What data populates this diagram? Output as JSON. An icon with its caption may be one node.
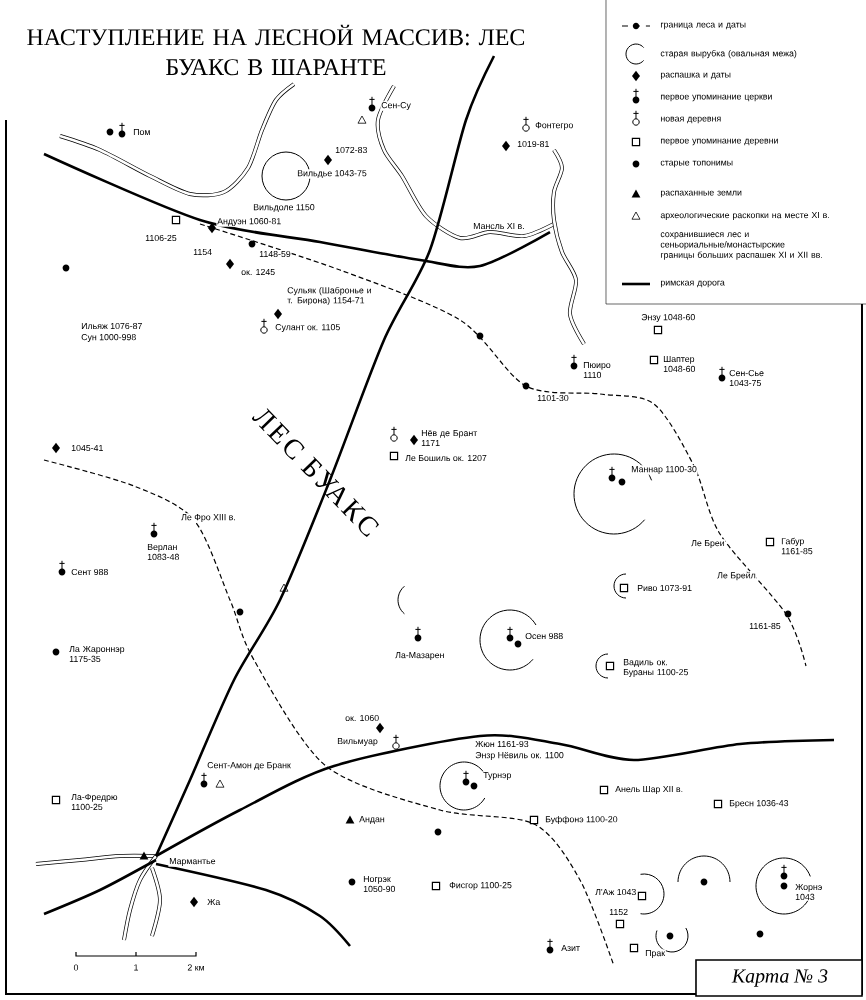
{
  "diagram": {
    "title": "НАСТУПЛЕНИЕ НА ЛЕСНОЙ МАССИВ: ЛЕС БУАКС В ШАРАНТЕ",
    "caption": "Карта № 3",
    "labels": [
      "Сен-Су",
      "Пом",
      "Фонтегро",
      "1019-81",
      "1072-83",
      "Вильдье 1043-75",
      "Вильдоле 1150",
      "Андуэн 1060-81",
      "Мансль XI в.",
      "1106-25",
      "1154",
      "1148-59",
      "ок. 1245",
      "Сульяк (Шабронье и т. Бирона) 1154-71",
      "Энзу 1048-60",
      "Ильяж 1076-87",
      "Сулант ок. 1105",
      "Сун 1000-998",
      "Шаптер 1048-60",
      "Пюиро 1110",
      "Сен-Сье 1043-75",
      "1101-30",
      "Нёв де Брант 1171",
      "1045-41",
      "Ле Бошиль ок. 1207",
      "Маннар 1100-30",
      "Ле Фро XIII в.",
      "Ле Бреи",
      "Габур 1161-85",
      "Верлан 1083-48",
      "Сент 988",
      "Ле Брейл",
      "Риво 1073-91",
      "1161-85",
      "Осен 988",
      "Ла Жароннэр 1175-35",
      "Ла-Мазарен",
      "Вадиль ок. Бураны 1100-25",
      "ок. 1060",
      "Вильмуар",
      "Жюн 1161-93",
      "Энзр Нёвиль ок. 1100",
      "Сент-Амон де Бранк",
      "Турнэр",
      "Анель Шар XII в.",
      "Ла-Фредрю 1100-25",
      "Бресн 1036-43",
      "Андан",
      "Буффонэ 1100-20",
      "Мармантье",
      "Ногрэк 1050-90",
      "Фисгор 1100-25",
      "Л'Аж 1043",
      "Жорнэ 1043",
      "1152",
      "Жа",
      "Азит",
      "Прак",
      "ЛЕС БУАКС",
      "0",
      "1",
      "2 км"
    ],
    "legend": [
      {
        "text": "граница леса и даты"
      },
      {
        "text": "старая вырубка (овальная межа)"
      },
      {
        "text": "распашка и даты"
      },
      {
        "text": "первое упоминание церкви"
      },
      {
        "text": "новая деревня"
      },
      {
        "text": "первое упоминание деревни"
      },
      {
        "text": "старые топонимы"
      },
      {
        "text": "распаханные земли"
      },
      {
        "text": "археологические раскопки на месте XI в."
      },
      {
        "text": "сохранившиеся лес и сеньориальные/монастырские границы больших распашек XI и XII вв."
      },
      {
        "text": "римская дорога"
      }
    ]
  }
}
